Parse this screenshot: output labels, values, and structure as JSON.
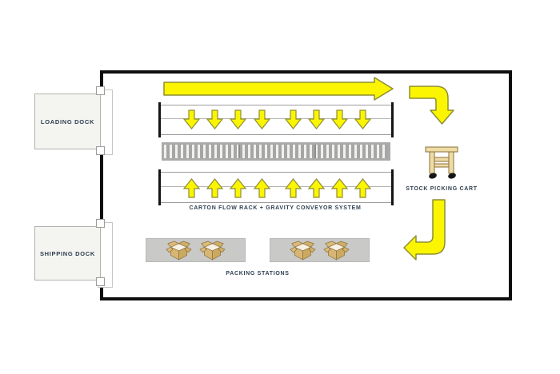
{
  "labels": {
    "loading_dock": "LOADING DOCK",
    "shipping_dock": "SHIPPING DOCK",
    "rack_system": "CARTON FLOW RACK + GRAVITY CONVEYOR SYSTEM",
    "stock_picking_cart": "STOCK PICKING CART",
    "packing_stations": "PACKING STATIONS"
  },
  "flow": {
    "main_aisle_arrow": {
      "direction": "right"
    },
    "upper_rack_arrows": {
      "direction": "down",
      "count": 8
    },
    "lower_rack_arrows": {
      "direction": "up",
      "count": 8
    },
    "elbow_arrow_top": {
      "direction": "right-then-down"
    },
    "elbow_arrow_bottom": {
      "direction": "down-then-left"
    }
  },
  "packing": {
    "stations": 2,
    "boxes_per_station": 2
  },
  "colors": {
    "flow_arrow_fill": "#FBF501",
    "flow_arrow_stroke": "#8E8E35",
    "wall": "#0E0E0E",
    "label_text": "#2E3F50",
    "dock_fill": "#F4F4F1",
    "station_fill": "#C9C9C7",
    "conveyor_gray": "#A6A6A4",
    "carton_fill": "#D7B674",
    "cart_wood": "#EEDCA4"
  }
}
